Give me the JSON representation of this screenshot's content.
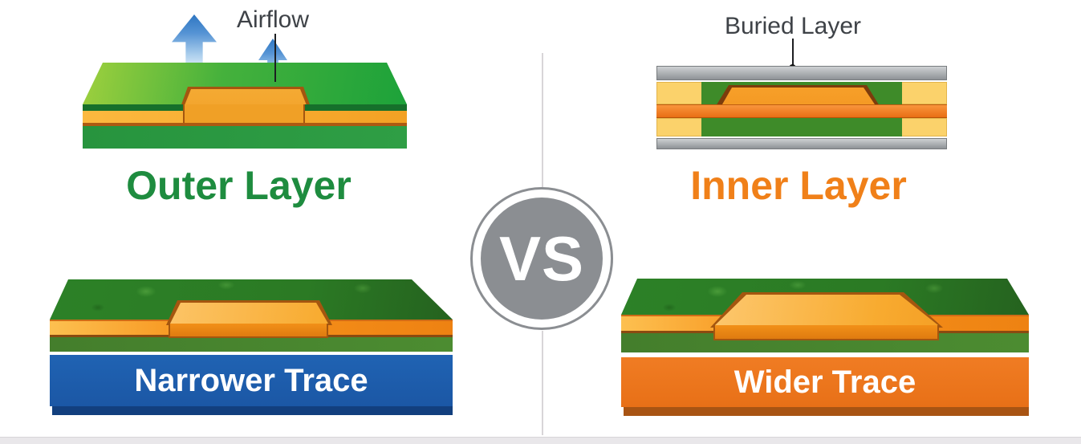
{
  "colors": {
    "outer_title": "#1e8c3f",
    "inner_title": "#f08019",
    "annotation_text": "#3e4247",
    "vs_gray": "#8b8e92",
    "divider": "#d8d5d8",
    "narrower_base": "#1d5dac",
    "wider_base": "#ec7420",
    "trace_copper": "#f7941d",
    "pcb_green": "#2f8a28",
    "buried_layer_gray": "#a9adb0",
    "prepreg_yellow": "#fbd26b",
    "airflow_arrow_blue": "#3f86cf",
    "label_text_white": "#ffffff"
  },
  "left_panel": {
    "airflow_label": "Airflow",
    "title": "Outer Layer",
    "base_label": "Narrower Trace"
  },
  "right_panel": {
    "buried_layer_label": "Buried Layer",
    "title": "Inner Layer",
    "base_label": "Wider Trace"
  },
  "center": {
    "vs_label": "VS"
  }
}
